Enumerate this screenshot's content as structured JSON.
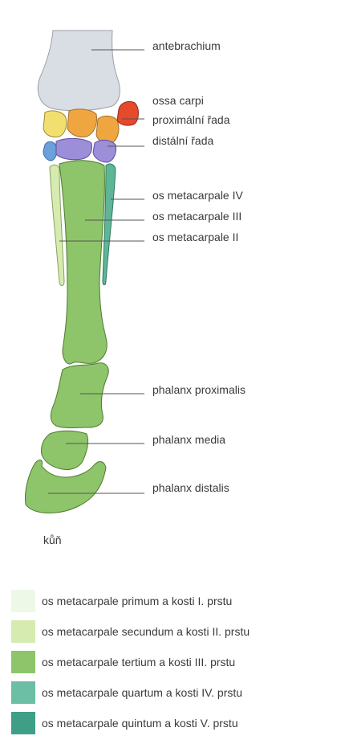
{
  "labels": {
    "antebrachium": "antebrachium",
    "ossa_carpi": "ossa carpi",
    "proximalni_rada": "proximální řada",
    "distalni_rada": "distální řada",
    "mc4": "os metacarpale IV",
    "mc3": "os metacarpale III",
    "mc2": "os metacarpale II",
    "phalanx_proximalis": "phalanx proximalis",
    "phalanx_media": "phalanx media",
    "phalanx_distalis": "phalanx distalis"
  },
  "caption": "kůň",
  "legend": [
    {
      "text": "os metacarpale primum a kosti I. prstu",
      "color": "#eef8e6"
    },
    {
      "text": "os metacarpale secundum a kosti II. prstu",
      "color": "#d6ebb0"
    },
    {
      "text": "os metacarpale tertium a kosti III. prstu",
      "color": "#8ec46a"
    },
    {
      "text": "os metacarpale quartum a kosti IV. prstu",
      "color": "#6cbfa4"
    },
    {
      "text": "os metacarpale quintum a kosti V. prstu",
      "color": "#3f9f86"
    }
  ],
  "colors": {
    "antebrachium": "#d9dde4",
    "carpal_yellow": "#f1e070",
    "carpal_orange": "#f0a640",
    "carpal_red": "#e64a2a",
    "carpal_blue": "#6aa0dc",
    "carpal_purple": "#9c8ed8",
    "mc2": "#d6ebb0",
    "mc3": "#8ec46a",
    "mc4": "#5fb696",
    "leader": "#555555"
  }
}
